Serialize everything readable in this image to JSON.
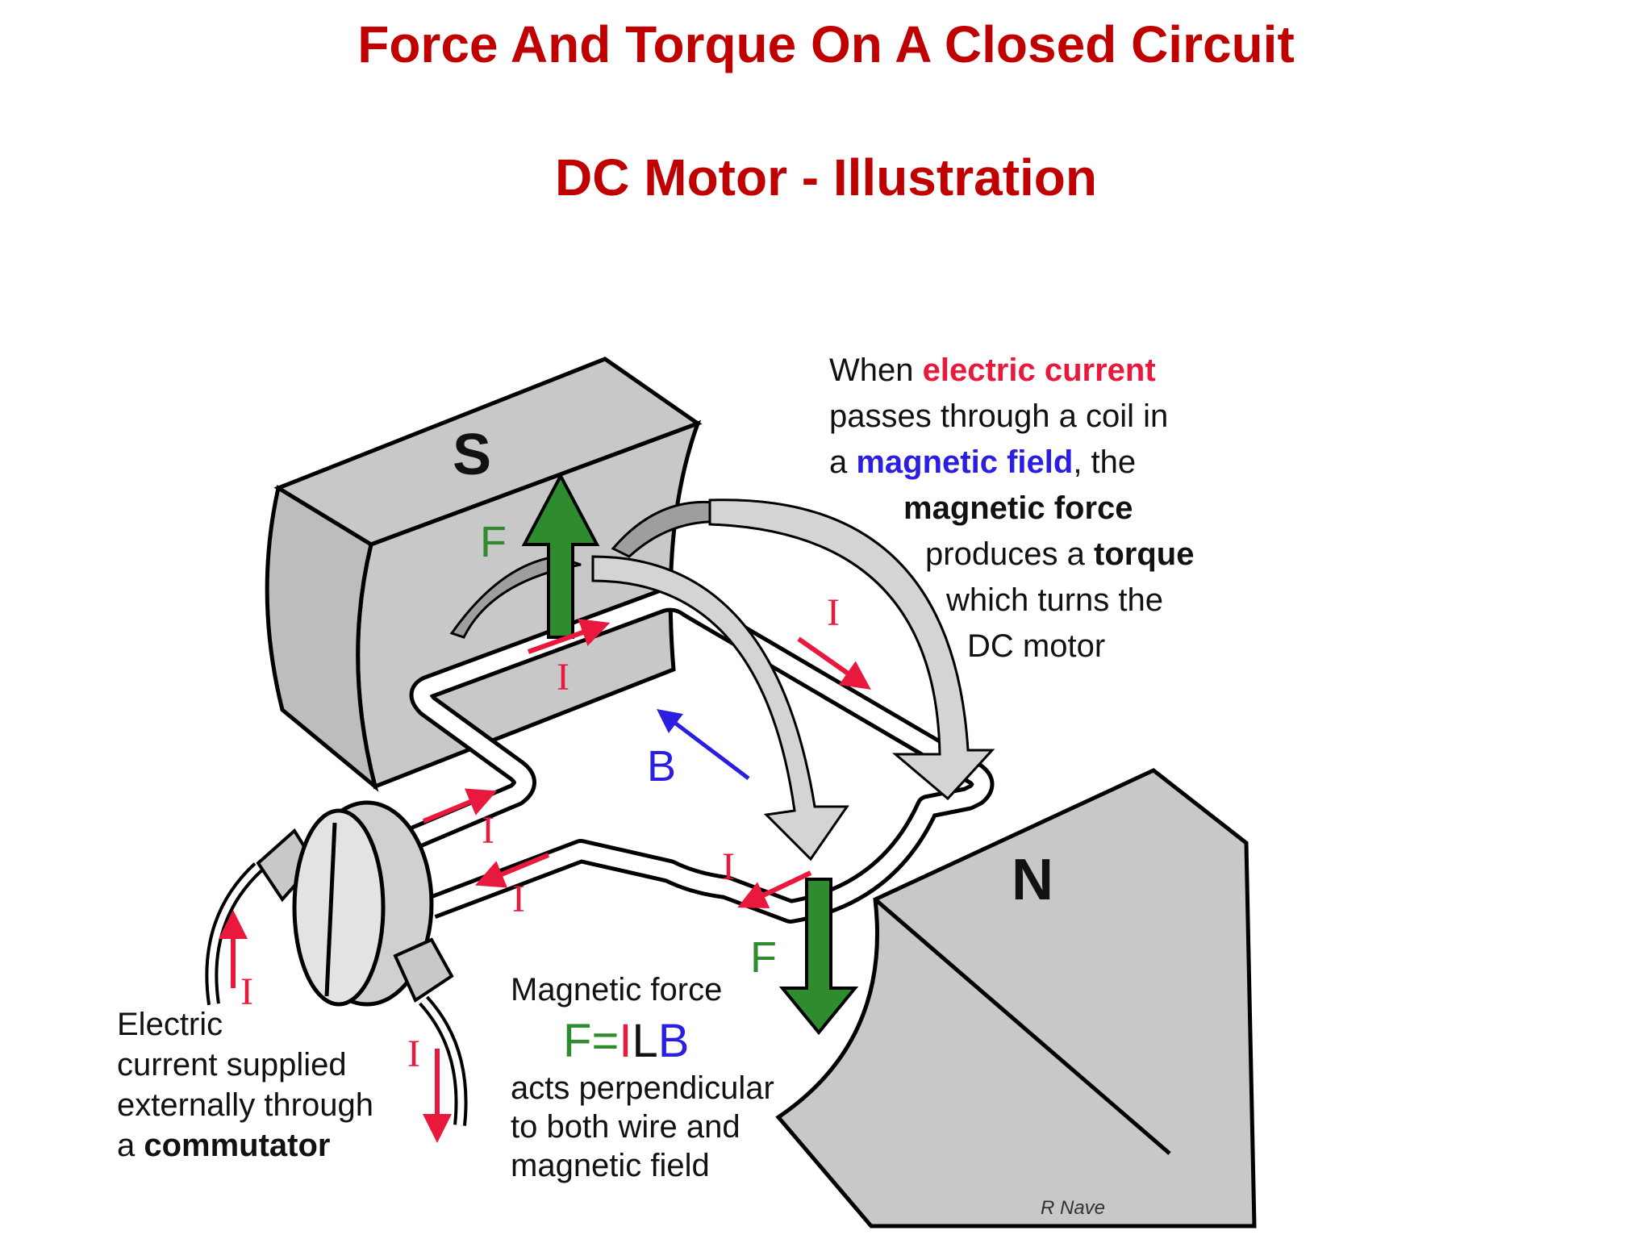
{
  "header": {
    "title": "Force And Torque On A Closed Circuit",
    "subtitle": "DC Motor - Illustration"
  },
  "diagram": {
    "pole_south": "S",
    "pole_north": "N",
    "force_label": "F",
    "current_label": "I",
    "field_label": "B",
    "credit": "R Nave"
  },
  "callout_torque": {
    "l1_a": "When ",
    "l1_b": "electric current",
    "l2": "passes through a  coil in",
    "l3_a": "a ",
    "l3_b": "magnetic field",
    "l3_c": ", the",
    "l4": "magnetic force",
    "l5_a": "produces a ",
    "l5_b": "torque",
    "l6": "which turns the",
    "l7": "DC motor"
  },
  "callout_force": {
    "l1": "Magnetic force",
    "eq_f": "F",
    "eq_eq": "=",
    "eq_i": "I",
    "eq_l": "L",
    "eq_b": "B",
    "l3": "acts perpendicular",
    "l4": "to both wire and",
    "l5": "magnetic field"
  },
  "callout_commutator": {
    "l1": "Electric",
    "l2": "current supplied",
    "l3": "externally through",
    "l4_a": "a ",
    "l4_b": "commutator"
  },
  "colors": {
    "title": "#c00000",
    "current": "#e8193c",
    "field": "#2a1ee0",
    "force": "#2e8b2e",
    "magnet": "#c8c8c8",
    "rotation_arrow": "#d4d4d4"
  }
}
